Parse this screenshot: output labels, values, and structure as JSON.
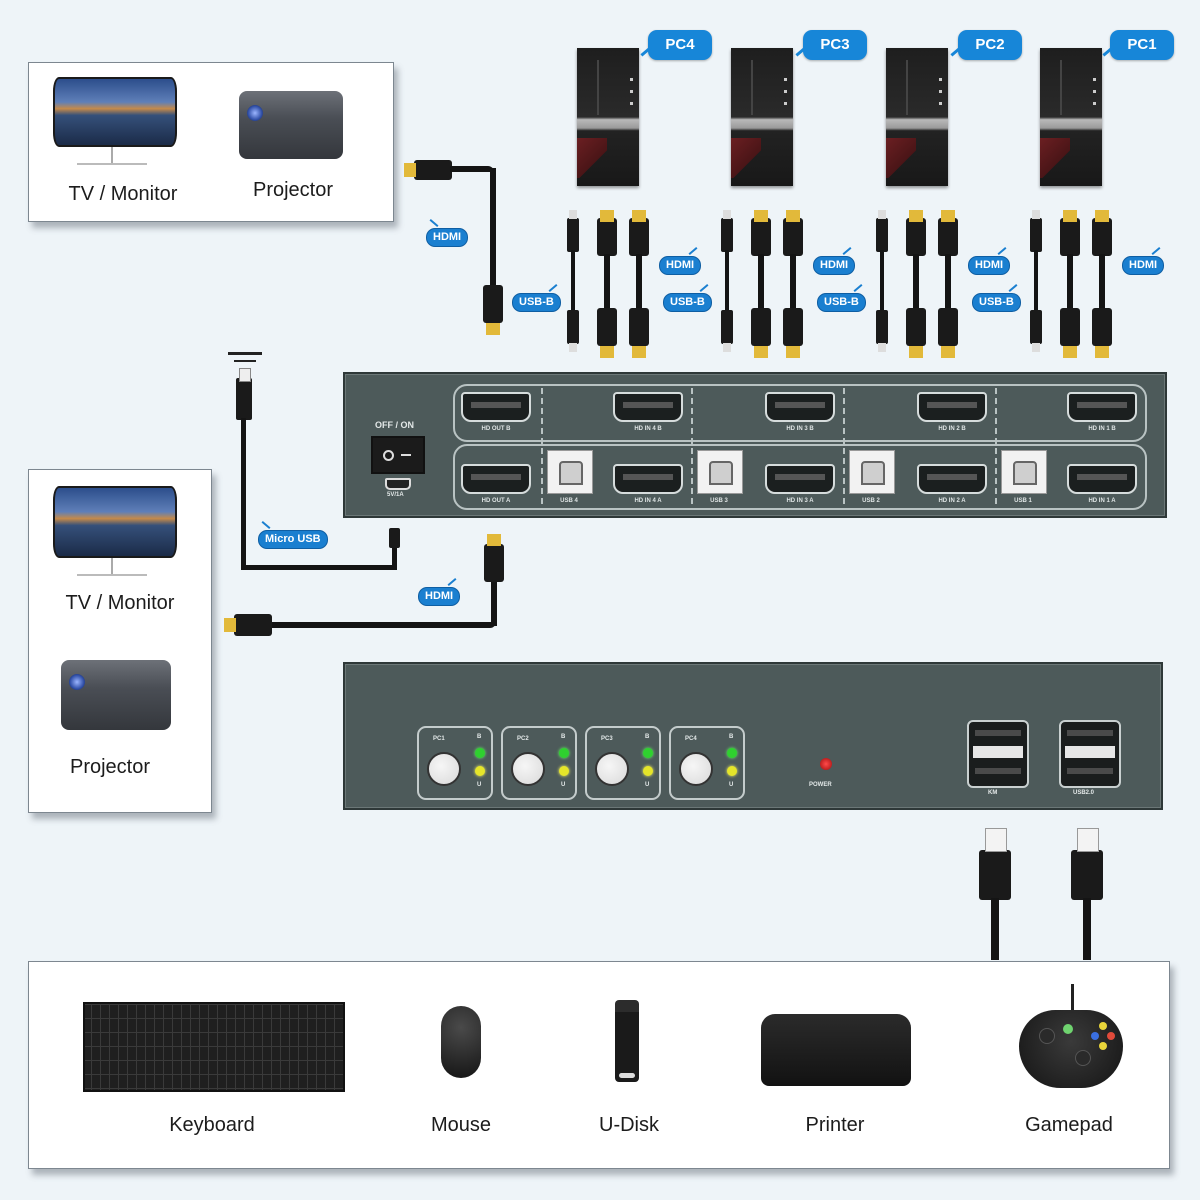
{
  "displays_top": {
    "items": [
      {
        "label": "TV / Monitor",
        "icon": "monitor-icon"
      },
      {
        "label": "Projector",
        "icon": "projector-icon"
      }
    ]
  },
  "displays_left": {
    "items": [
      {
        "label": "TV / Monitor",
        "icon": "monitor-icon"
      },
      {
        "label": "Projector",
        "icon": "projector-icon"
      }
    ]
  },
  "computers": [
    {
      "label": "PC4",
      "icon": "desktop-tower-icon"
    },
    {
      "label": "PC3",
      "icon": "desktop-tower-icon"
    },
    {
      "label": "PC2",
      "icon": "desktop-tower-icon"
    },
    {
      "label": "PC1",
      "icon": "desktop-tower-icon"
    }
  ],
  "cable_labels": {
    "hdmi": "HDMI",
    "usb": "USB-B",
    "micro_usb": "Micro USB"
  },
  "kvm_back": {
    "power_switch_label": "OFF / ON",
    "power_input_label": "5V/1A",
    "hdmi_out_b": "HD OUT B",
    "hdmi_out_a": "HD OUT A",
    "inputs_b": [
      "HD IN 1 B",
      "HD IN 2 B",
      "HD IN 3 B",
      "HD IN 4 B"
    ],
    "inputs_a": [
      "HD IN 1 A",
      "HD IN 2 A",
      "HD IN 3 A",
      "HD IN 4 A"
    ],
    "usb_ports": [
      "USB 1",
      "USB 2",
      "USB 3",
      "USB 4"
    ]
  },
  "kvm_front": {
    "buttons": [
      {
        "label": "PC1",
        "led_top": "B",
        "led_bottom": "U"
      },
      {
        "label": "PC2",
        "led_top": "B",
        "led_bottom": "U"
      },
      {
        "label": "PC3",
        "led_top": "B",
        "led_bottom": "U"
      },
      {
        "label": "PC4",
        "led_top": "B",
        "led_bottom": "U"
      }
    ],
    "power_label": "POWER",
    "usb_ports": [
      "KM",
      "USB2.0"
    ],
    "colors": {
      "led_green": "#2fd12f",
      "led_yellow": "#e5e52a",
      "power_led": "#d41818"
    }
  },
  "peripherals": [
    {
      "label": "Keyboard",
      "icon": "keyboard-icon"
    },
    {
      "label": "Mouse",
      "icon": "mouse-icon"
    },
    {
      "label": "U-Disk",
      "icon": "usb-drive-icon"
    },
    {
      "label": "Printer",
      "icon": "printer-icon"
    },
    {
      "label": "Gamepad",
      "icon": "gamepad-icon"
    }
  ],
  "colors": {
    "background": "#eef4f8",
    "badge_blue": "#1786d8",
    "kvm_body": "#4d5a5a",
    "connector_gold": "#e2b93a"
  }
}
